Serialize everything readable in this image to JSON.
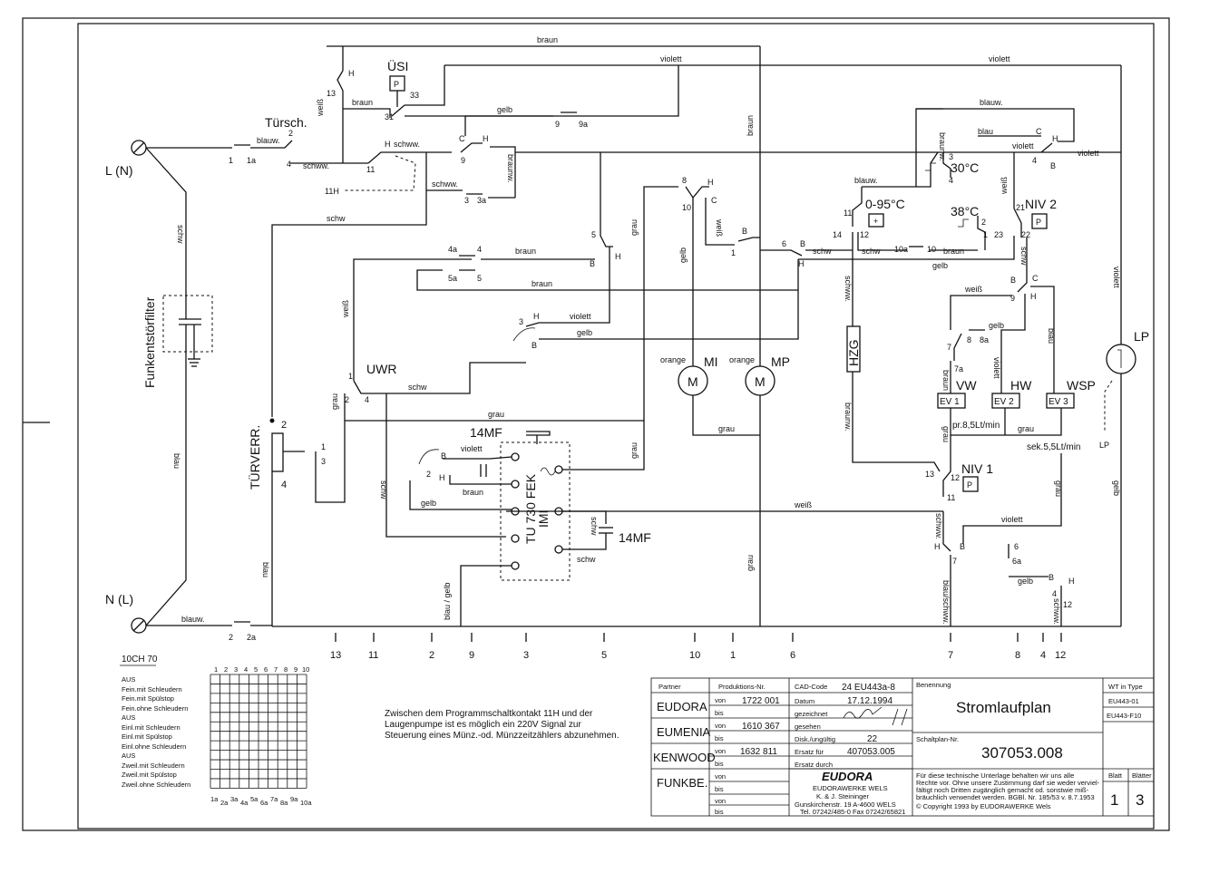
{
  "terminals": {
    "line": "L (N)",
    "neutral": "N (L)"
  },
  "components": {
    "filter": "Funkentstörfilter",
    "door_switch": "Türsch.",
    "usi": "ÜSI",
    "p": "P",
    "door_lock": "TÜRVERR.",
    "uwr": "UWR",
    "timer_cap": "14MF",
    "timer_cap2": "14MF",
    "timer_name": "TU 730 FEK",
    "timer_sub": "IMI",
    "motor_mi": "MI",
    "motor_mp": "MP",
    "motor_symbol": "M",
    "heater": "HZG",
    "thermo_adj": "0-95°C",
    "thermo_30": "30°C",
    "thermo_38": "38°C",
    "niv1": "NIV 1",
    "niv2": "NIV 2",
    "lp": "LP",
    "vw": "VW",
    "hw": "HW",
    "wsp": "WSP",
    "ev1": "EV 1",
    "ev2": "EV 2",
    "ev3": "EV 3",
    "flow1": "pr.8,5Lt/min",
    "flow2": "sek.5,5Lt/min",
    "plus": "+"
  },
  "wires": {
    "braun": "braun",
    "violett": "violett",
    "gelb": "gelb",
    "blau": "blau",
    "blauw": "blauw.",
    "schw": "schw",
    "schww": "schww.",
    "weiss": "weiß",
    "grau": "grau",
    "orange": "orange",
    "braunw": "braunw.",
    "blauschww": "blau/schww.",
    "blaugelb": "blau / gelb"
  },
  "contacts": {
    "c1": "1",
    "c1a": "1a",
    "c2": "2",
    "c2a": "2a",
    "c3": "3",
    "c3a": "3a",
    "c4": "4",
    "c4a": "4a",
    "c5": "5",
    "c5a": "5a",
    "c6": "6",
    "c6a": "6a",
    "c7": "7",
    "c7a": "7a",
    "c8": "8",
    "c8a": "8a",
    "c9": "9",
    "c9a": "9a",
    "c10": "10",
    "c10a": "10a",
    "c11": "11",
    "c11h": "11H",
    "c12": "12",
    "c13": "13",
    "c14": "14",
    "c21": "21",
    "c22": "22",
    "c23": "23",
    "c31": "31",
    "c33": "33",
    "H": "H",
    "B": "B",
    "C": "C"
  },
  "bottom_numbers": [
    "13",
    "11",
    "2",
    "9",
    "3",
    "5",
    "10",
    "1",
    "6",
    "7",
    "8",
    "4",
    "12"
  ],
  "program_table": {
    "title": "10CH 70",
    "columns": [
      "1",
      "2",
      "3",
      "4",
      "5",
      "6",
      "7",
      "8",
      "9",
      "10"
    ],
    "subcolumns": [
      "1a",
      "2a",
      "3a",
      "4a",
      "5a",
      "6a",
      "7a",
      "8a",
      "9a",
      "10a"
    ],
    "rows": [
      "AUS",
      "Fein.mit Schleudern",
      "Fein.mit Spülstop",
      "Fein.ohne Schleudern",
      "AUS",
      "Einl.mit Schleudern",
      "Einl.mit Spülstop",
      "Einl.ohne Schleudern",
      "AUS",
      "Zweil.mit Schleudern",
      "Zweil.mit Spülstop",
      "Zweil.ohne Schleudern"
    ]
  },
  "note": [
    "Zwischen dem Programmschaltkontakt 11H und der",
    "Laugenpumpe ist es möglich ein 220V Signal zur",
    "Steuerung eines Münz.-od. Münzzeitzählers abzunehmen."
  ],
  "title_block": {
    "partner_header": "Partner",
    "prod_header": "Produktions-Nr.",
    "cad_header": "CAD-Code",
    "cad_value": "24  EU443a-8",
    "partners": [
      "EUDORA",
      "EUMENIA",
      "KENWOOD",
      "FUNKBE."
    ],
    "von": "von",
    "bis": "bis",
    "prod_numbers": [
      "1722 001",
      "1610 367",
      "1632 811"
    ],
    "datum_label": "Datum",
    "datum_value": "17.12.1994",
    "gezeichnet_label": "gezeichnet",
    "gesehen_label": "gesehen",
    "disk_label": "Disk./ungültig",
    "disk_value": "22",
    "ersatz_fuer_label": "Ersatz für",
    "ersatz_fuer_value": "407053.005",
    "ersatz_durch_label": "Ersatz durch",
    "benennung_label": "Benennung",
    "benennung_value": "Stromlaufplan",
    "schaltplan_label": "Schaltplan-Nr.",
    "schaltplan_value": "307053.008",
    "wt_label": "WT in Type",
    "wt_values": [
      "EU443-01",
      "EU443-F10"
    ],
    "blatt_label": "Blatt",
    "blatt_value": "1",
    "blaetter_label": "Blätter",
    "blaetter_value": "3",
    "company_logo": "EUDORA",
    "company_lines": [
      "EUDORAWERKE WELS",
      "K. & J. Steininger",
      "Gunskirchenstr. 19   A-4600 WELS",
      "Tel. 07242/485-0  Fax 07242/65821"
    ],
    "legal_lines": [
      "Für diese technische Unterlage behalten wir uns alle",
      "Rechte vor. Ohne unsere Zustimmung darf sie weder verviel-",
      "fältigt noch Dritten zugänglich gemacht od. sonstwie miß-",
      "bräuchlich verwendet werden. BGBl. Nr. 185/53 v. 8.7.1953",
      "© Copyright 1993 by EUDORAWERKE Wels"
    ]
  }
}
